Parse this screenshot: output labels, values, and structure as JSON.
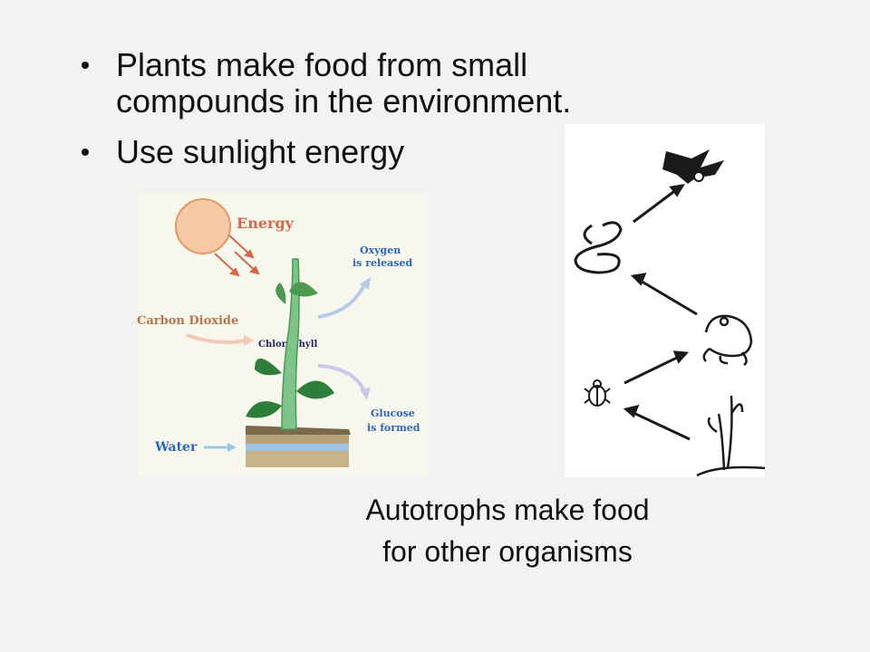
{
  "slide": {
    "bullets": [
      {
        "text": "Plants make food from small compounds in the environment."
      },
      {
        "text": "Use sunlight energy"
      }
    ],
    "caption": {
      "line1": "Autotrophs make food",
      "line2": "for other organisms"
    }
  },
  "photosynthesis_diagram": {
    "energy_label": "Energy",
    "oxygen_line1": "Oxygen",
    "oxygen_line2": "is released",
    "co2_label": "Carbon Dioxide",
    "chlorophyll_label": "Chlorophyll",
    "glucose_line1": "Glucose",
    "glucose_line2": "is formed",
    "water_label": "Water",
    "colors": {
      "energy": "#d2694a",
      "labels_blue": "#2b67b8",
      "co2": "#b8754a",
      "sun": "#f6c9a6",
      "leaf": "#4c9a4f"
    }
  },
  "food_chain": {
    "organisms": [
      "plant",
      "beetle",
      "frog",
      "snake",
      "eagle"
    ]
  }
}
